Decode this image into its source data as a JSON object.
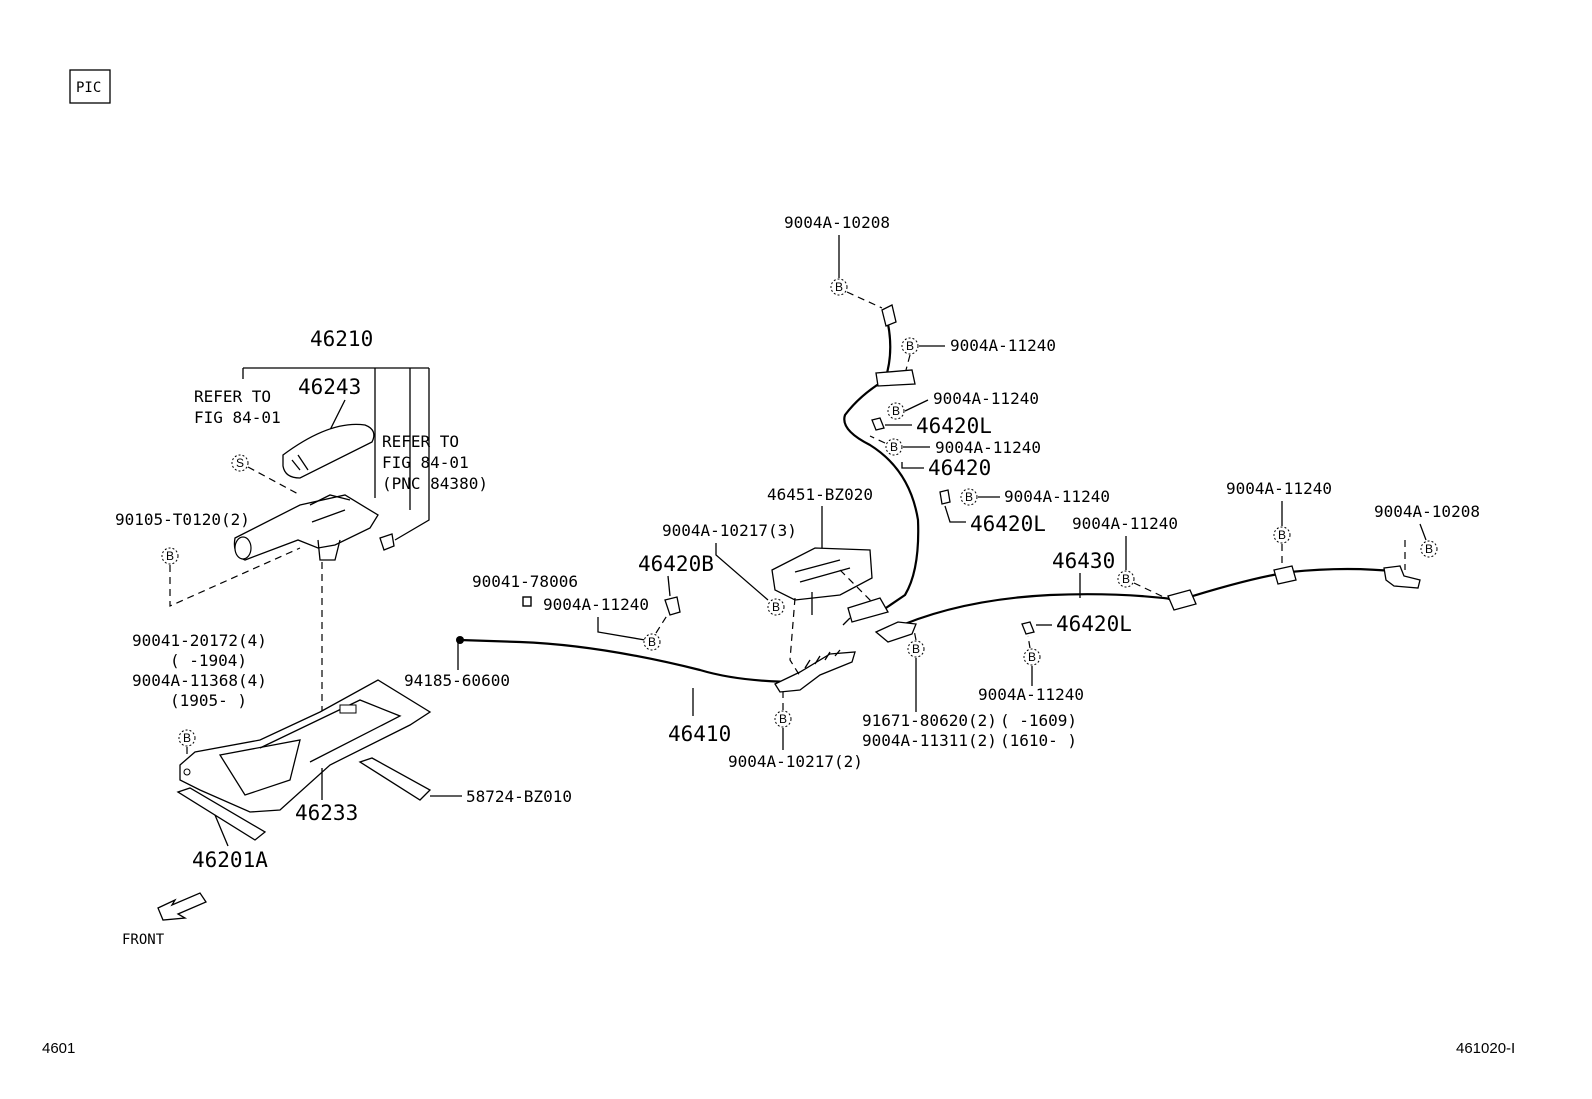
{
  "pic_tag": "PIC",
  "footer": {
    "left": "4601",
    "right": "461020-I"
  },
  "front_label": "FRONT",
  "callouts": {
    "bolt": "B",
    "screw": "S"
  },
  "labels": {
    "p46210": "46210",
    "p46243": "46243",
    "refer1_a": "REFER TO",
    "refer1_b": "FIG 84-01",
    "refer2_a": "REFER TO",
    "refer2_b": "FIG 84-01",
    "refer2_c": "(PNC 84380)",
    "p90105": "90105-T0120(2)",
    "p90041_20172": "90041-20172(4)",
    "p1904": "(      -1904)",
    "p9004A_11368": "9004A-11368(4)",
    "p1905": "(1905-      )",
    "p46233": "46233",
    "p58724": "58724-BZ010",
    "p46201A": "46201A",
    "p90041_78006": "90041-78006",
    "p94185": "94185-60600",
    "p46420B": "46420B",
    "p9004A_11240_mid": "9004A-11240",
    "p46410": "46410",
    "p9004A_10217_3": "9004A-10217(3)",
    "p46451": "46451-BZ020",
    "p9004A_10217_2": "9004A-10217(2)",
    "p9004A_10208_top": "9004A-10208",
    "p9004A_11240_a": "9004A-11240",
    "p9004A_11240_b": "9004A-11240",
    "p46420L_a": "46420L",
    "p9004A_11240_c": "9004A-11240",
    "p46420": "46420",
    "p9004A_11240_d": "9004A-11240",
    "p46420L_b": "46420L",
    "p9004A_11240_e": "9004A-11240",
    "p9004A_11240_f": "9004A-11240",
    "p9004A_10208_right": "9004A-10208",
    "p46430": "46430",
    "p46420L_c": "46420L",
    "p9004A_11240_g": "9004A-11240",
    "p91671": "91671-80620(2)",
    "p1609": "(      -1609)",
    "p9004A_11311": "9004A-11311(2)",
    "p1610": "(1610-      )"
  }
}
